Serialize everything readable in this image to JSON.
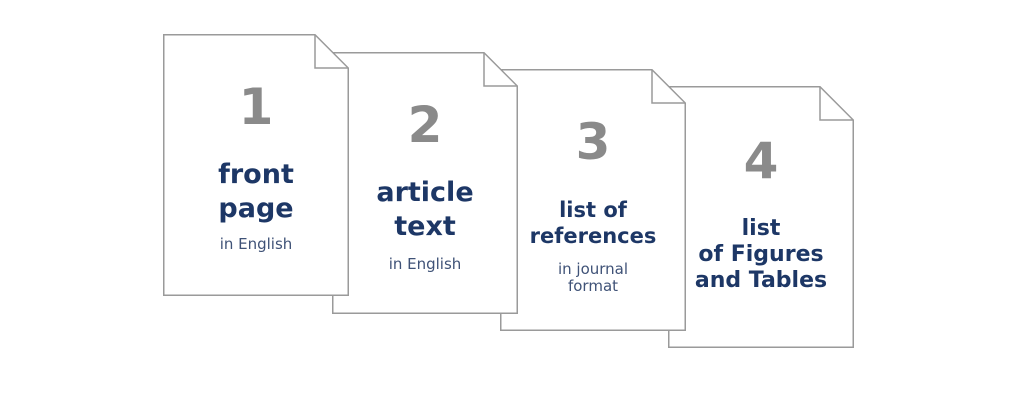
{
  "colors": {
    "page_fill": "#ffffff",
    "page_stroke": "#9a9a9a",
    "number": "#8a8a8a",
    "title": "#1d3766",
    "subtitle": "#3f5277"
  },
  "documents": [
    {
      "number": "1",
      "title": "front\npage",
      "subtitle": "in English"
    },
    {
      "number": "2",
      "title": "article\ntext",
      "subtitle": "in English"
    },
    {
      "number": "3",
      "title": "list of\nreferences",
      "subtitle": "in journal\nformat"
    },
    {
      "number": "4",
      "title": "list\nof Figures\nand Tables",
      "subtitle": ""
    }
  ]
}
